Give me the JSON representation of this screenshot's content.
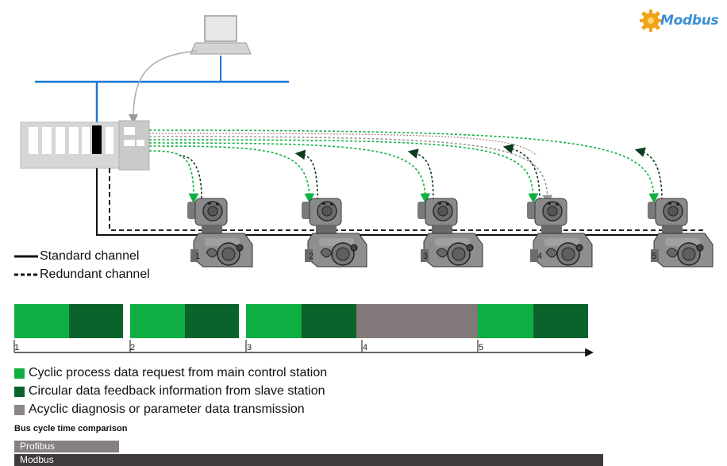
{
  "logo": {
    "text": "Modbus",
    "icon": "modbus-gear-icon"
  },
  "channel_legend": {
    "standard": "Standard channel",
    "redundant": "Redundant channel"
  },
  "devices": [
    {
      "label": "1"
    },
    {
      "label": "2"
    },
    {
      "label": "3"
    },
    {
      "label": "4"
    },
    {
      "label": "5"
    }
  ],
  "timeline": {
    "ticks": [
      "1",
      "2",
      "3",
      "4",
      "5"
    ],
    "segments": [
      {
        "kind": "request",
        "color": "#0fae42"
      },
      {
        "kind": "feedback",
        "color": "#09632a"
      },
      {
        "kind": "request",
        "color": "#0fae42"
      },
      {
        "kind": "feedback",
        "color": "#09632a"
      },
      {
        "kind": "request",
        "color": "#0fae42"
      },
      {
        "kind": "feedback",
        "color": "#09632a"
      },
      {
        "kind": "acyclic",
        "color": "#817979"
      },
      {
        "kind": "request",
        "color": "#0fae42"
      },
      {
        "kind": "feedback",
        "color": "#09632a"
      }
    ]
  },
  "legend": [
    {
      "color": "#0fae42",
      "text": "Cyclic process data request from main control station"
    },
    {
      "color": "#09632a",
      "text": "Circular data feedback information from slave station"
    },
    {
      "color": "#8c8585",
      "text": "Acyclic diagnosis or parameter data transmission"
    }
  ],
  "bus_cycle": {
    "title": "Bus cycle time comparison",
    "bars": [
      {
        "label": "Profibus",
        "color": "#868080"
      },
      {
        "label": "Modbus",
        "color": "#3f3b3b"
      }
    ]
  },
  "colors": {
    "network_blue": "#1976d2",
    "request_green": "#0fae42",
    "feedback_dark_green": "#09632a",
    "device_gray": "#7d7d7d",
    "plc_gray": "#cfcfcf"
  }
}
